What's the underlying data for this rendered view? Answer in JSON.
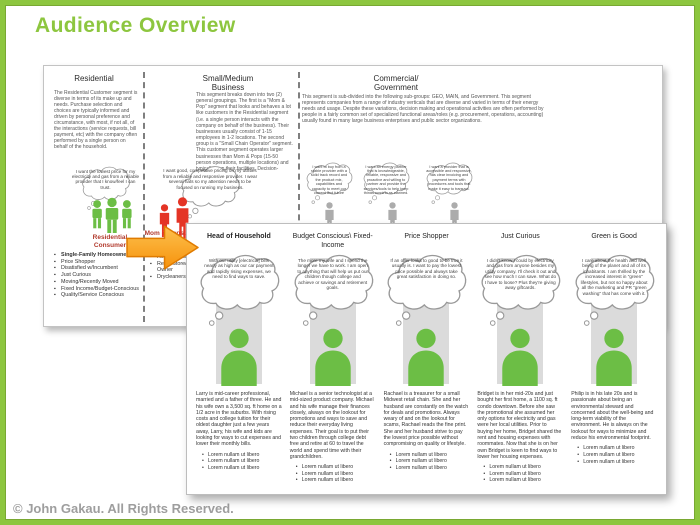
{
  "slide": {
    "title": "Audience Overview",
    "copyright": "© John Gakau. All Rights Reserved."
  },
  "back_panel": {
    "segments": [
      {
        "title": "Residential",
        "description": "The Residential Customer segment is diverse in terms of its make up and needs. Purchase selection and choices are typically informed and driven by personal preference and circumstance, with most, if not all, of the interactions (service requests, bill payment, etc) with the company often performed by a single person on behalf of the household.",
        "thought": "I want the lowest price for my electricity and gas from a reliable provider that I know/feel I can trust.",
        "persona_label": "Residential Consumer",
        "bullets": [
          "Single-Family Homeowner",
          "Price Shopper",
          "Disatisfied w/Incumbent",
          "Just Curious",
          "Moving/Recently Moved",
          "Fixed Income/Budget-Conscious",
          "Quality/Service Conscious"
        ]
      },
      {
        "title": "Small/Medium Business",
        "description": "This segment breaks down into two (2) general groupings. The first is a \"Mom & Pop\" segment that looks and behaves a lot like customers in the Residential segment (i.e. a single person interacts with the company on behalf of the business). Their businesses usually consist of 1-15 employees in 1-2 locations. The second group is a \"Small Chain Operator\" segment. This customer segment operates larger businesses than Mom & Pops (15-50 person operations, multiple locations) and typically own their facilities. Decision-making and operational tasks (evaluating vendors, negotiating contracts, scheduling service requests, managing accounts/paying invoices) typically being performed by different people working in more specialized roles. This looks a lot like customers in the Commercial/Government segment, but probably less specialized and on a smaller scale.",
        "thought": "I want good, competitive pricing on my utilities from a reliable and responsive provider. I wear several hats so my attention needs to be focused on running my business.",
        "persona_label": "Mom & Pops\\ Sole Proprietor",
        "bullets": [
          "Restaurants",
          "Retail Store/Store Owner",
          "Drycleaners"
        ]
      },
      {
        "title": "Commercial/ Government",
        "description": "This segment is sub-divided into the following sub-groups: GEO, MAIN, and Government. This segment represents companies from a range of industry verticals that are diverse and varied in terms of their energy needs and usage. Despite these variations, decision making and operational activities are often performed by people in a fairly common set of specialized functional areas/roles (e.g. procurement, operations, accounting) usually found in many large business enterprises and public sector organizations.",
        "thoughts": [
          "I want to buy from a stable provider with a solid track record and the product mix, capabilities and capacity to meet our current and future needs is great, but I want the best price.",
          "I want an energy partner that is knowledgeable, reliable, responsive and proactive and willing to partner and provide the services/tools to help keep things running as planned.",
          "I want a provider that is accessible and responsive, has clear invoicing and payment terms with procedures and tools that make it easy to transact."
        ]
      }
    ]
  },
  "front_panel": {
    "personas": [
      {
        "title": "Head of Household",
        "thought": "With our utility [electrical] bills nearly as high as our car payment and rapidly rising expenses, we need to find ways to save.",
        "description": "Larry is mid-career professional, married and a father of three. He and his wife own a 3,500 sq. ft home on a 1/2 acre in the suburbs. With rising costs and college tuition for their oldest daughter just a few years away, Larry, his wife and kids are looking for ways to cut expenses and lower their monthly bills.",
        "bullets": [
          "Lorem nullam ut libero",
          "Lorem nullam ut libero",
          "Lorem nullam ut libero"
        ]
      },
      {
        "title": "Budget Conscious\\ Fixed-Income",
        "thought": "The more my wife and I spend the longer we have to work. I am open to anything that will help us put our children though college and achieve or savings and retirement goals.",
        "description": "Michael is a senior technologist at a mid-sized product company. Michael and his wife manage their finances closely, always on the lookout for promotions and ways to save and reduce their everyday living expenses. Their goal is to put their two children through college debt free and retire at 60 to travel the world and spend time with their grandchildren.",
        "bullets": [
          "Lorem nullam ut libero",
          "Lorem nullam ut libero",
          "Lorem nullam ut libero"
        ]
      },
      {
        "title": "Price Shopper",
        "thought": "If an offer looks to good to be true it usually is. I want to pay the lowest price possible and always take great satisfaction in doing so.",
        "description": "Rachael is a treasurer for a small Midwest retail chain. She and her husband are constantly on the watch for deals and promotions. Always weary of and on the lookout for scams, Rachael reads the fine print. She and her husband strive to pay the lowest price possible without compromising on quality or lifestyle.",
        "bullets": [
          "Lorem nullam ut libero",
          "Lorem nullam ut libero",
          "Lorem nullam ut libero"
        ]
      },
      {
        "title": "Just Curious",
        "thought": "I didn't know I could by electricity and gas from anyone besides my utility company. I'll check it out and see how much I can save. What do I have to loose? Plus they're giving away giftcards.",
        "description": "Bridget is in her mid-20s and just bought her first home, a 1100 sq. ft condo downtown. Before she saw the promotional she assumed her only options for electricity and gas were her local utilities. Prior to buying her home, Bridget shared the rent and housing expenses with roommates. Now that she is on her own Bridget is keen to find ways to lower her housing expenses.",
        "bullets": [
          "Lorem nullam ut libero",
          "Lorem nullam ut libero",
          "Lorem nullam ut libero"
        ]
      },
      {
        "title": "Green is Good",
        "thought": "I care about the health and well being of the planet and all of its inhabitants. I am thrilled by the increased interest in \"green\" lifestyles, but not so happy about all the marketing and PR \"green washing\" that has come with it.",
        "description": "Philip is in his late 20s and is passionate about being an environmental steward and concerned about the well-being and long-term viability of the environment. He is always on the lookout for ways to minimize and reduce his environmental footprint.",
        "bullets": [
          "Lorem nullam ut libero",
          "Lorem nullam ut libero",
          "Lorem nullam ut libero"
        ]
      }
    ]
  }
}
